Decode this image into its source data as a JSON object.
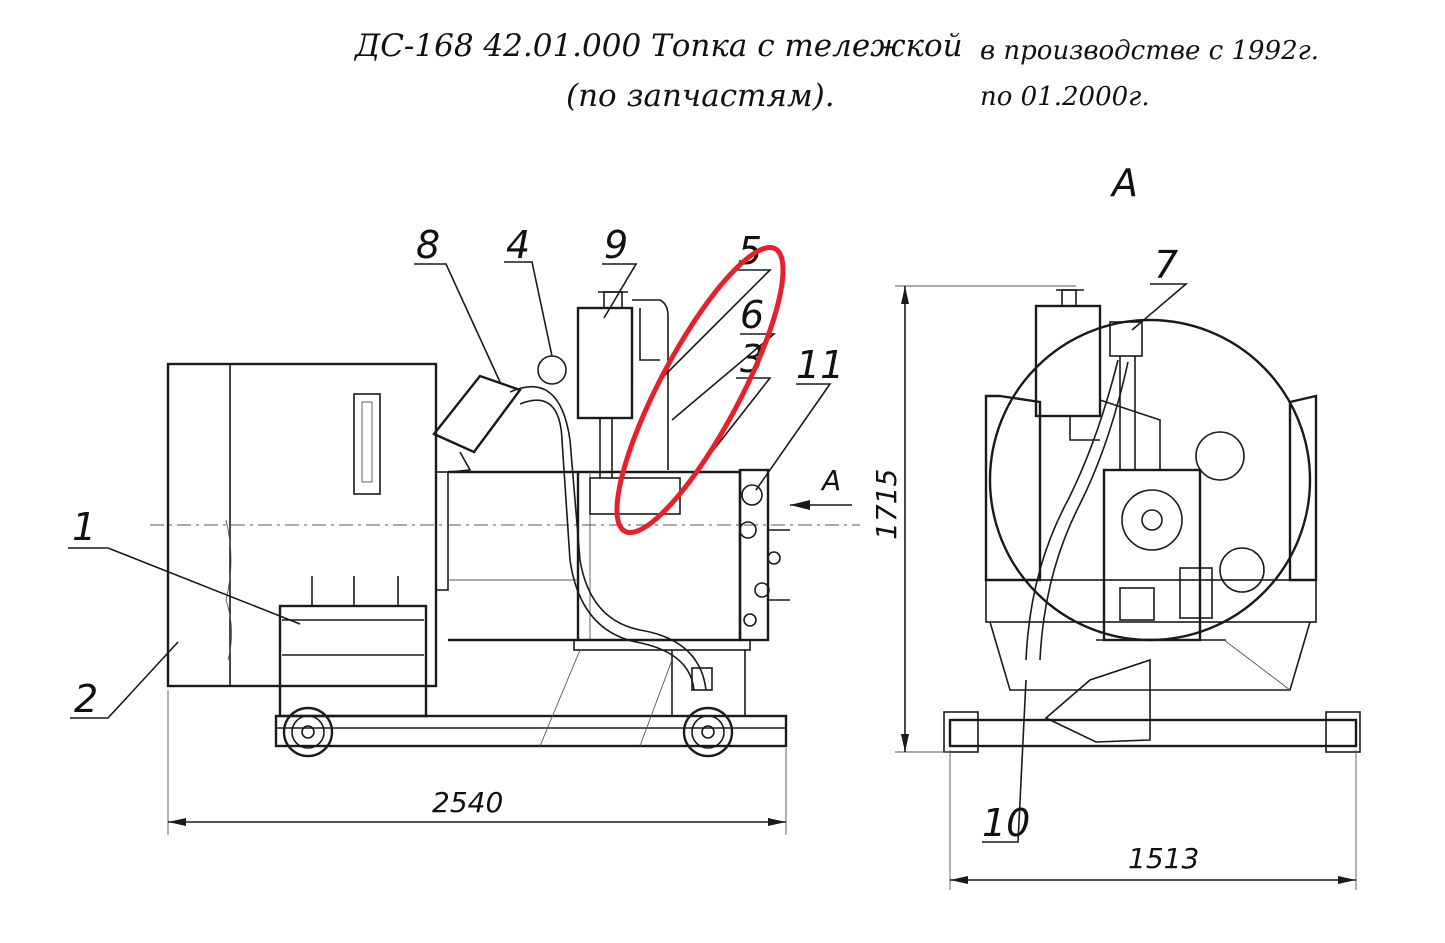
{
  "header": {
    "title_line1": "ДС-168 42.01.000 Топка с тележкой",
    "title_line2": "(по запчастям).",
    "production_line1": "в производстве с 1992г.",
    "production_line2": "по 01.2000г."
  },
  "view_label": "А",
  "view_arrow_label": "А",
  "callouts": [
    "1",
    "2",
    "3",
    "4",
    "5",
    "6",
    "7",
    "8",
    "9",
    "10",
    "11"
  ],
  "dimensions": {
    "side_length": "2540",
    "front_width": "1513",
    "height": "1715"
  },
  "highlight_color": "#e8202a"
}
